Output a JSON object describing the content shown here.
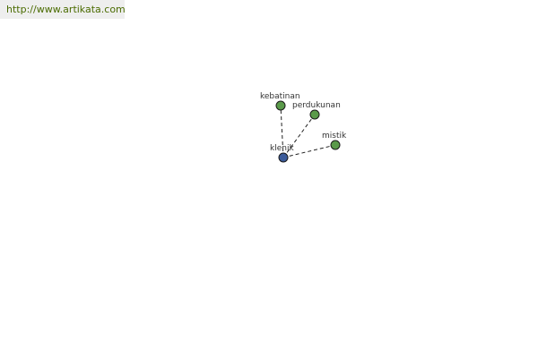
{
  "source": {
    "url_text": "http://www.artikata.com"
  },
  "graph": {
    "center": {
      "label": "klenik",
      "color": "#3b5b9a"
    },
    "neighbor_color": "#5a9a4a",
    "neighbors": [
      {
        "label": "kebatinan"
      },
      {
        "label": "perdukunan"
      },
      {
        "label": "mistik"
      }
    ]
  }
}
